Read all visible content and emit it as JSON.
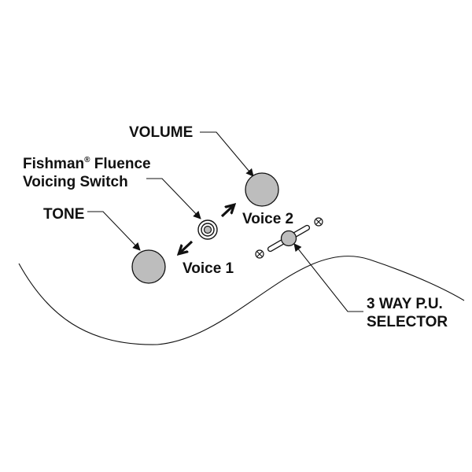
{
  "labels": {
    "volume": "VOLUME",
    "fishman_line1": "Fishman",
    "registered_mark": "®",
    "fishman_line1_rest": " Fluence",
    "fishman_line2": "Voicing Switch",
    "tone": "TONE",
    "voice1": "Voice 1",
    "voice2": "Voice 2",
    "selector_line1": "3 WAY P.U.",
    "selector_line2": "SELECTOR"
  },
  "colors": {
    "knob_fill": "#bdbdbd",
    "line": "#111111",
    "background": "#ffffff"
  },
  "icons": {
    "voice_arrows": "double-direction-arrow",
    "screws": "cross-head-screw"
  }
}
